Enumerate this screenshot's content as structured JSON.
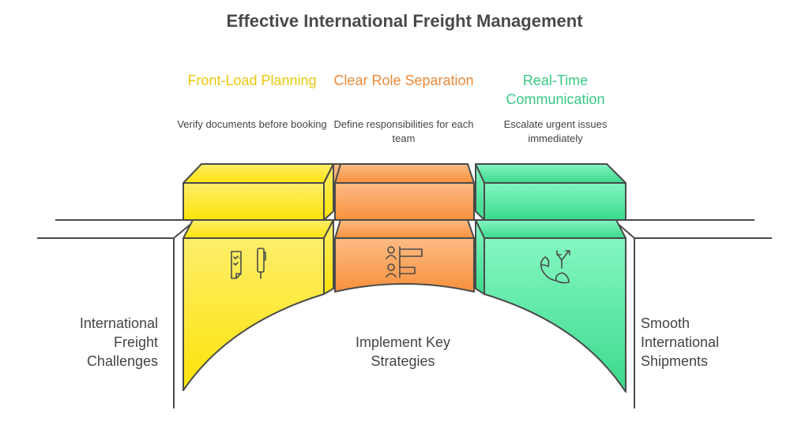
{
  "title": "Effective International Freight Management",
  "strategies": [
    {
      "title": "Front-Load Planning",
      "description": "Verify documents before booking",
      "icon": "checklist-pen-icon",
      "color": "#e8c90f"
    },
    {
      "title": "Clear Role Separation",
      "description": "Define responsibilities for each team",
      "icon": "people-roles-icon",
      "color": "#ec8a3a"
    },
    {
      "title": "Real-Time Communication",
      "description": "Escalate urgent issues immediately",
      "icon": "phone-escalate-icon",
      "color": "#38c985"
    }
  ],
  "left_label": "International Freight Challenges",
  "center_label": "Implement Key Strategies",
  "right_label": "Smooth International Shipments"
}
